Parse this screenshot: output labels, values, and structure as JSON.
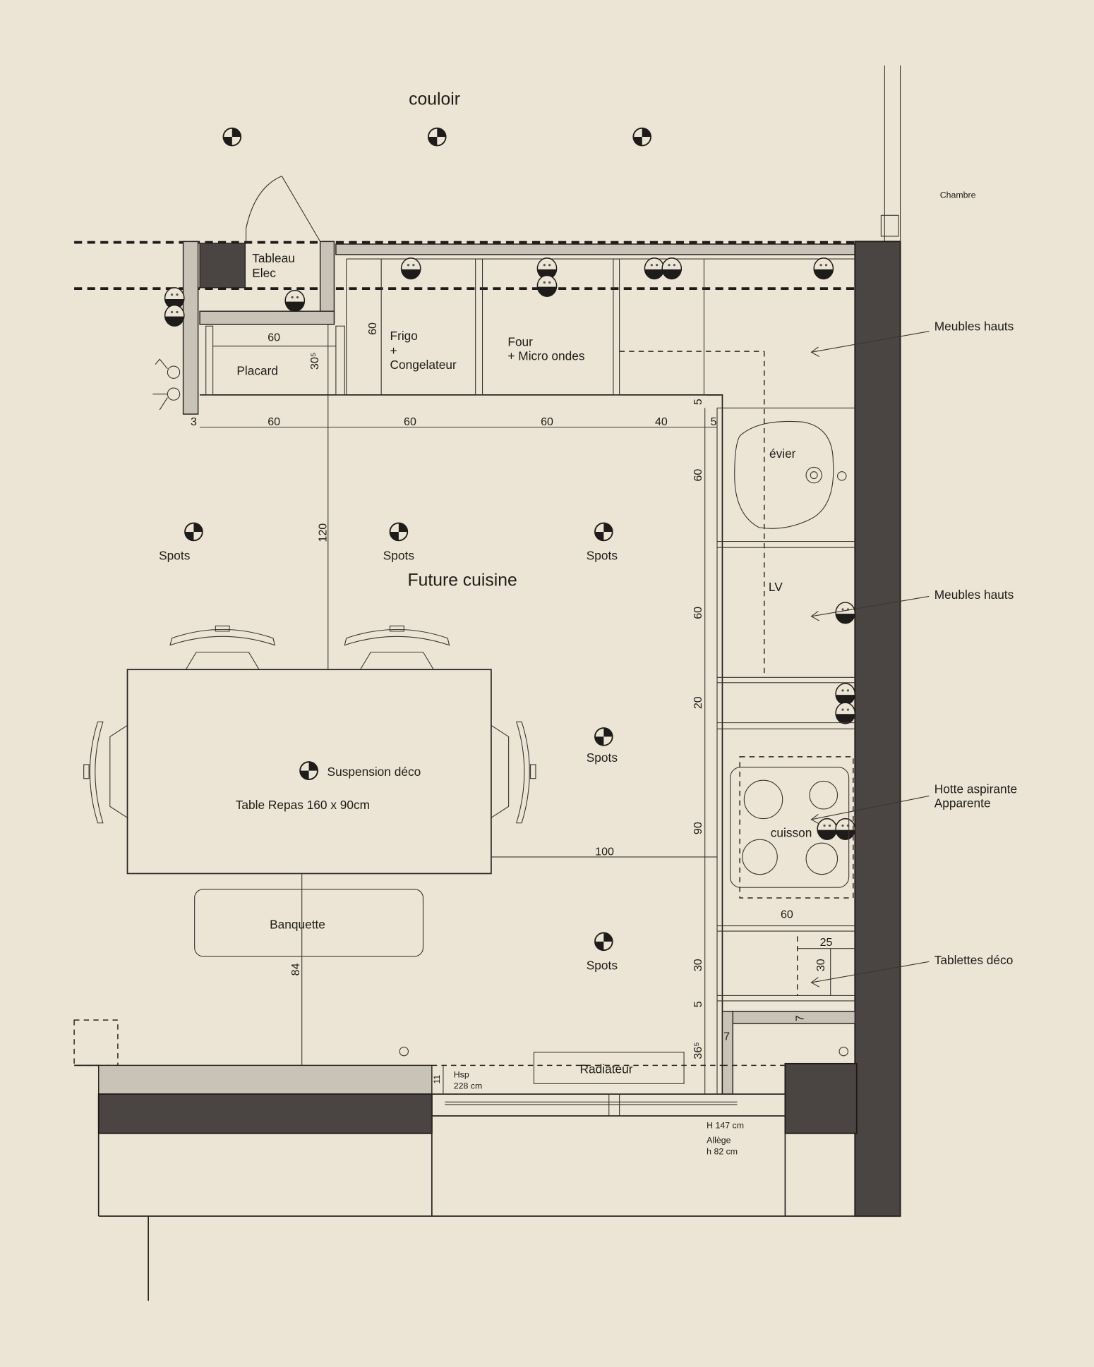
{
  "plan": {
    "corridor": "couloir",
    "room_next": "Chambre",
    "room_title": "Future cuisine",
    "spots_label": "Spots",
    "electrical_panel": [
      "Tableau",
      "Elec"
    ],
    "closet": "Placard",
    "fridge": [
      "Frigo",
      "+",
      "Congelateur"
    ],
    "oven": [
      "Four",
      "+ Micro ondes"
    ],
    "sink": "évier",
    "dishwasher": "LV",
    "cooktop": "cuisson",
    "wall_units_1": "Meubles hauts",
    "wall_units_2": "Meubles hauts",
    "hood": [
      "Hotte aspirante",
      "Apparente"
    ],
    "shelves": "Tablettes déco",
    "pendant": "Suspension déco",
    "table": "Table Repas 160 x 90cm",
    "bench": "Banquette",
    "radiator": "Radiateur",
    "ceiling_height": [
      "Hsp",
      "228 cm"
    ],
    "window": [
      "H 147 cm",
      "Allège",
      "h 82 cm"
    ]
  },
  "dimensions": {
    "top_row": [
      "3",
      "60",
      "60",
      "60",
      "40",
      "5"
    ],
    "closet_width": "60",
    "closet_depth": "30⁵",
    "fridge_depth": "60",
    "right_column": [
      "5",
      "60",
      "60",
      "20",
      "90",
      "30",
      "5",
      "36⁵"
    ],
    "room_depth": "120",
    "table_to_counter": "100",
    "bench_to_wall": "84",
    "cooktop_width": "60",
    "shelf_width": "25",
    "shelf_height": "30",
    "partition_a": "7",
    "partition_b": "7",
    "sill": "11"
  }
}
